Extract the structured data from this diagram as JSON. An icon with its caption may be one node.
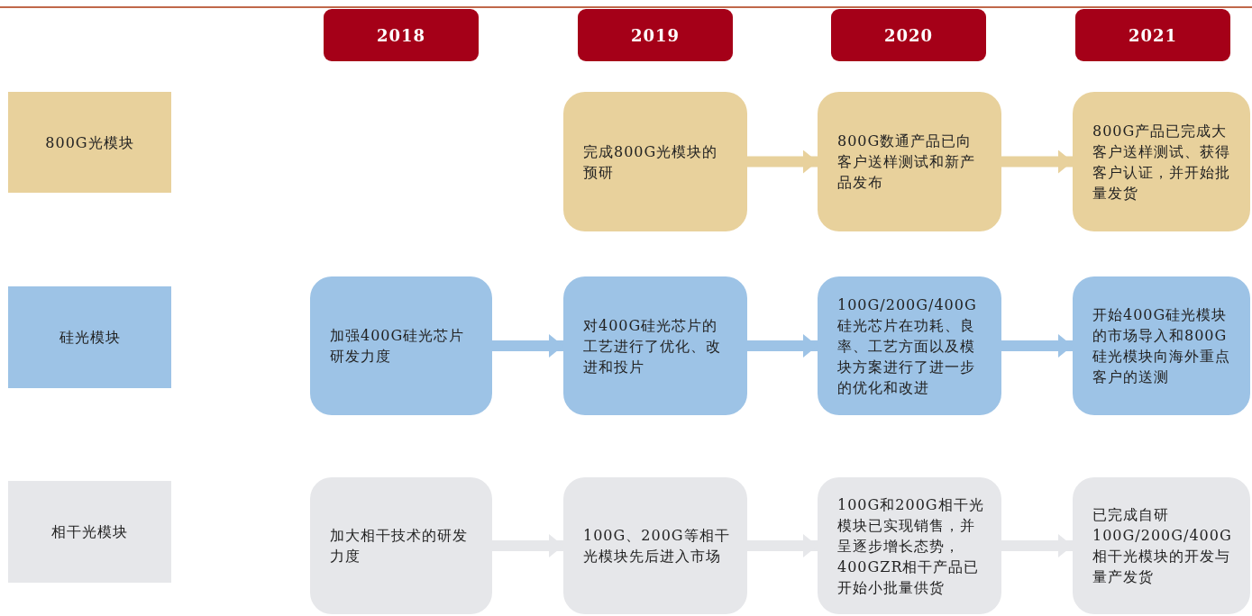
{
  "diagram": {
    "nodes": [
      {
        "text": [
          "2018"
        ]
      },
      {
        "text": [
          "2019"
        ]
      },
      {
        "text": [
          "2020"
        ]
      },
      {
        "text": [
          "2021"
        ]
      },
      {
        "text": [
          "800G光模块"
        ]
      },
      {
        "text": [
          "完成800G光模块的预研"
        ]
      },
      {
        "text": [
          "800G数通产品已向客户送样测试和新产品发布"
        ]
      },
      {
        "text": [
          "800G产品已完成大客户送样测试、获得客户认证，并开始批量发货"
        ]
      },
      {
        "text": [
          "硅光模块"
        ]
      },
      {
        "text": [
          "加强400G硅光芯片研发力度"
        ]
      },
      {
        "text": [
          "对400G硅光芯片的工艺进行了优化、改进和投片"
        ]
      },
      {
        "text": [
          "100G/200G/400G 硅光芯片在功耗、良率、工艺方面以及模块方案进行了进一步的优化和改进"
        ]
      },
      {
        "text": [
          "开始400G硅光模块的市场导入和800G硅光模块向海外重点客户的送测"
        ]
      },
      {
        "text": [
          "相干光模块"
        ]
      },
      {
        "text": [
          "加大相干技术的研发力度"
        ]
      },
      {
        "text": [
          "100G、200G等相干光模块先后进入市场"
        ]
      },
      {
        "text": [
          "100G和200G相干光模块已实现销售，并呈逐步增长态势，400GZR相干产品已开始小批量供货"
        ]
      },
      {
        "text": [
          "已完成自研100G/200G/400G 相干光模块的开发与量产发货"
        ]
      }
    ],
    "edges": [
      {
        "from": 5,
        "to": 6,
        "arrow": "to",
        "color": "#e8d19c"
      },
      {
        "from": 6,
        "to": 7,
        "arrow": "to",
        "color": "#e8d19c"
      },
      {
        "from": 9,
        "to": 10,
        "arrow": "to",
        "color": "#9dc3e6"
      },
      {
        "from": 10,
        "to": 11,
        "arrow": "to",
        "color": "#9dc3e6"
      },
      {
        "from": 11,
        "to": 12,
        "arrow": "to",
        "color": "#9dc3e6"
      },
      {
        "from": 14,
        "to": 15,
        "arrow": "to",
        "color": "#e6e7ea"
      },
      {
        "from": 15,
        "to": 16,
        "arrow": "to",
        "color": "#e6e7ea"
      },
      {
        "from": 16,
        "to": 17,
        "arrow": "to",
        "color": "#e6e7ea"
      }
    ]
  }
}
